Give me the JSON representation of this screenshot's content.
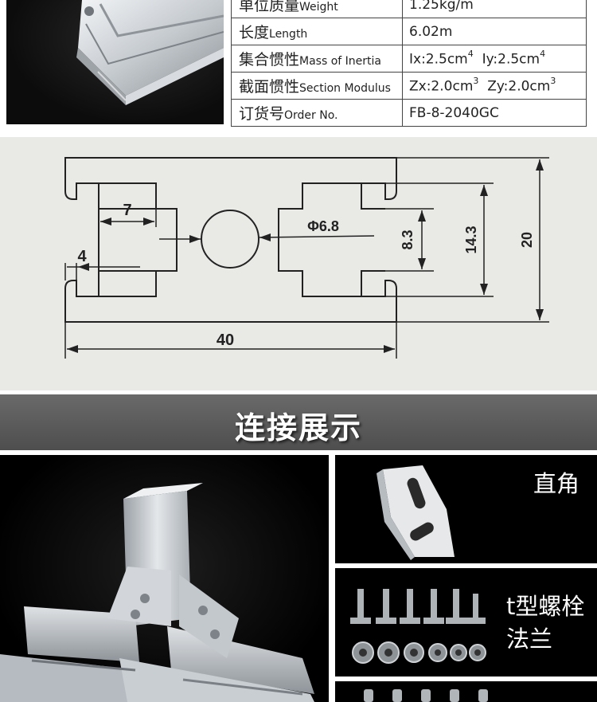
{
  "specs": {
    "rows": [
      {
        "label_zh": "单位质量",
        "label_en": "Weight",
        "value": "1.25kg/m"
      },
      {
        "label_zh": "长度",
        "label_en": "Length",
        "value": "6.02m"
      },
      {
        "label_zh": "集合惯性",
        "label_en": "Mass of Inertia",
        "value_a": "Ix:2.5cm",
        "value_b": "Iy:2.5cm",
        "sup": "4"
      },
      {
        "label_zh": "截面惯性",
        "label_en": "Section Modulus",
        "value_a": "Zx:2.0cm",
        "value_b": "Zy:2.0cm",
        "sup": "3"
      },
      {
        "label_zh": "订货号",
        "label_en": "Order No.",
        "value": "FB-8-2040GC"
      }
    ]
  },
  "drawing": {
    "dim_slot": "7",
    "dim_lip": "4",
    "dim_hole": "Φ6.8",
    "dim_inner": "8.3",
    "dim_mid": "14.3",
    "dim_height": "20",
    "dim_width": "40"
  },
  "section": {
    "title": "连接展示"
  },
  "panels": {
    "angle_label": "直角",
    "bolt_label_1": "t型螺栓",
    "bolt_label_2": "法兰"
  },
  "colors": {
    "header_band": "#5a5a5a",
    "drawing_bg": "#e9e9e6",
    "photo_bg": "#000000",
    "aluminum": "#c8cdd2"
  }
}
